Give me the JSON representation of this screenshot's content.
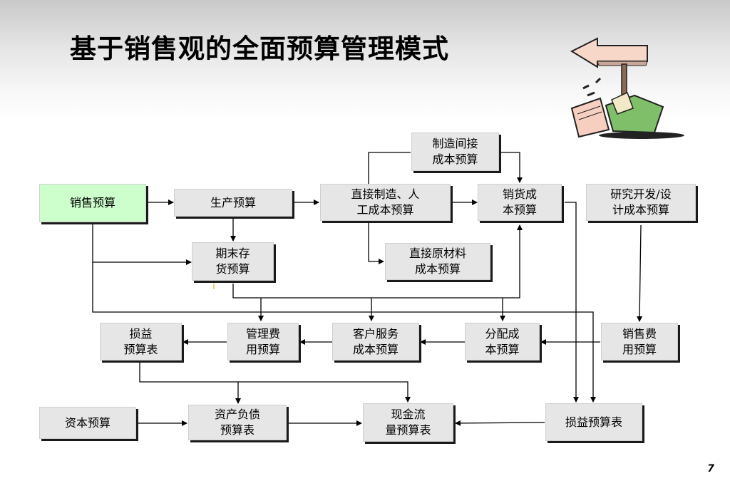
{
  "title": "基于销售观的全面预算管理模式",
  "page_number": "7",
  "nodes": {
    "sales_budget": "销售预算",
    "production_budget": "生产预算",
    "direct_mfg_labor": "直接制造、人\n工成本预算",
    "cogs_budget": "销货成\n本预算",
    "rd_design_cost": "研究开发/设\n计成本预算",
    "mfg_overhead": "制造间接\n成本预算",
    "ending_inventory": "期末存\n货预算",
    "direct_material": "直接原材料\n成本预算",
    "pl_budget_left": "损益\n预算表",
    "admin_expense": "管理费\n用预算",
    "customer_service": "客户服务\n成本预算",
    "distribution_cost": "分配成\n本预算",
    "selling_expense": "销售费\n用预算",
    "capital_budget": "资本预算",
    "balance_sheet": "资产负债\n预算表",
    "cash_flow": "现金流\n量预算表",
    "pl_budget_right": "损益预算表"
  },
  "colors": {
    "node_fill": "#e6e6e6",
    "highlight_fill": "#ccffcc",
    "shadow": "#1a1a1a",
    "line": "#000000"
  }
}
